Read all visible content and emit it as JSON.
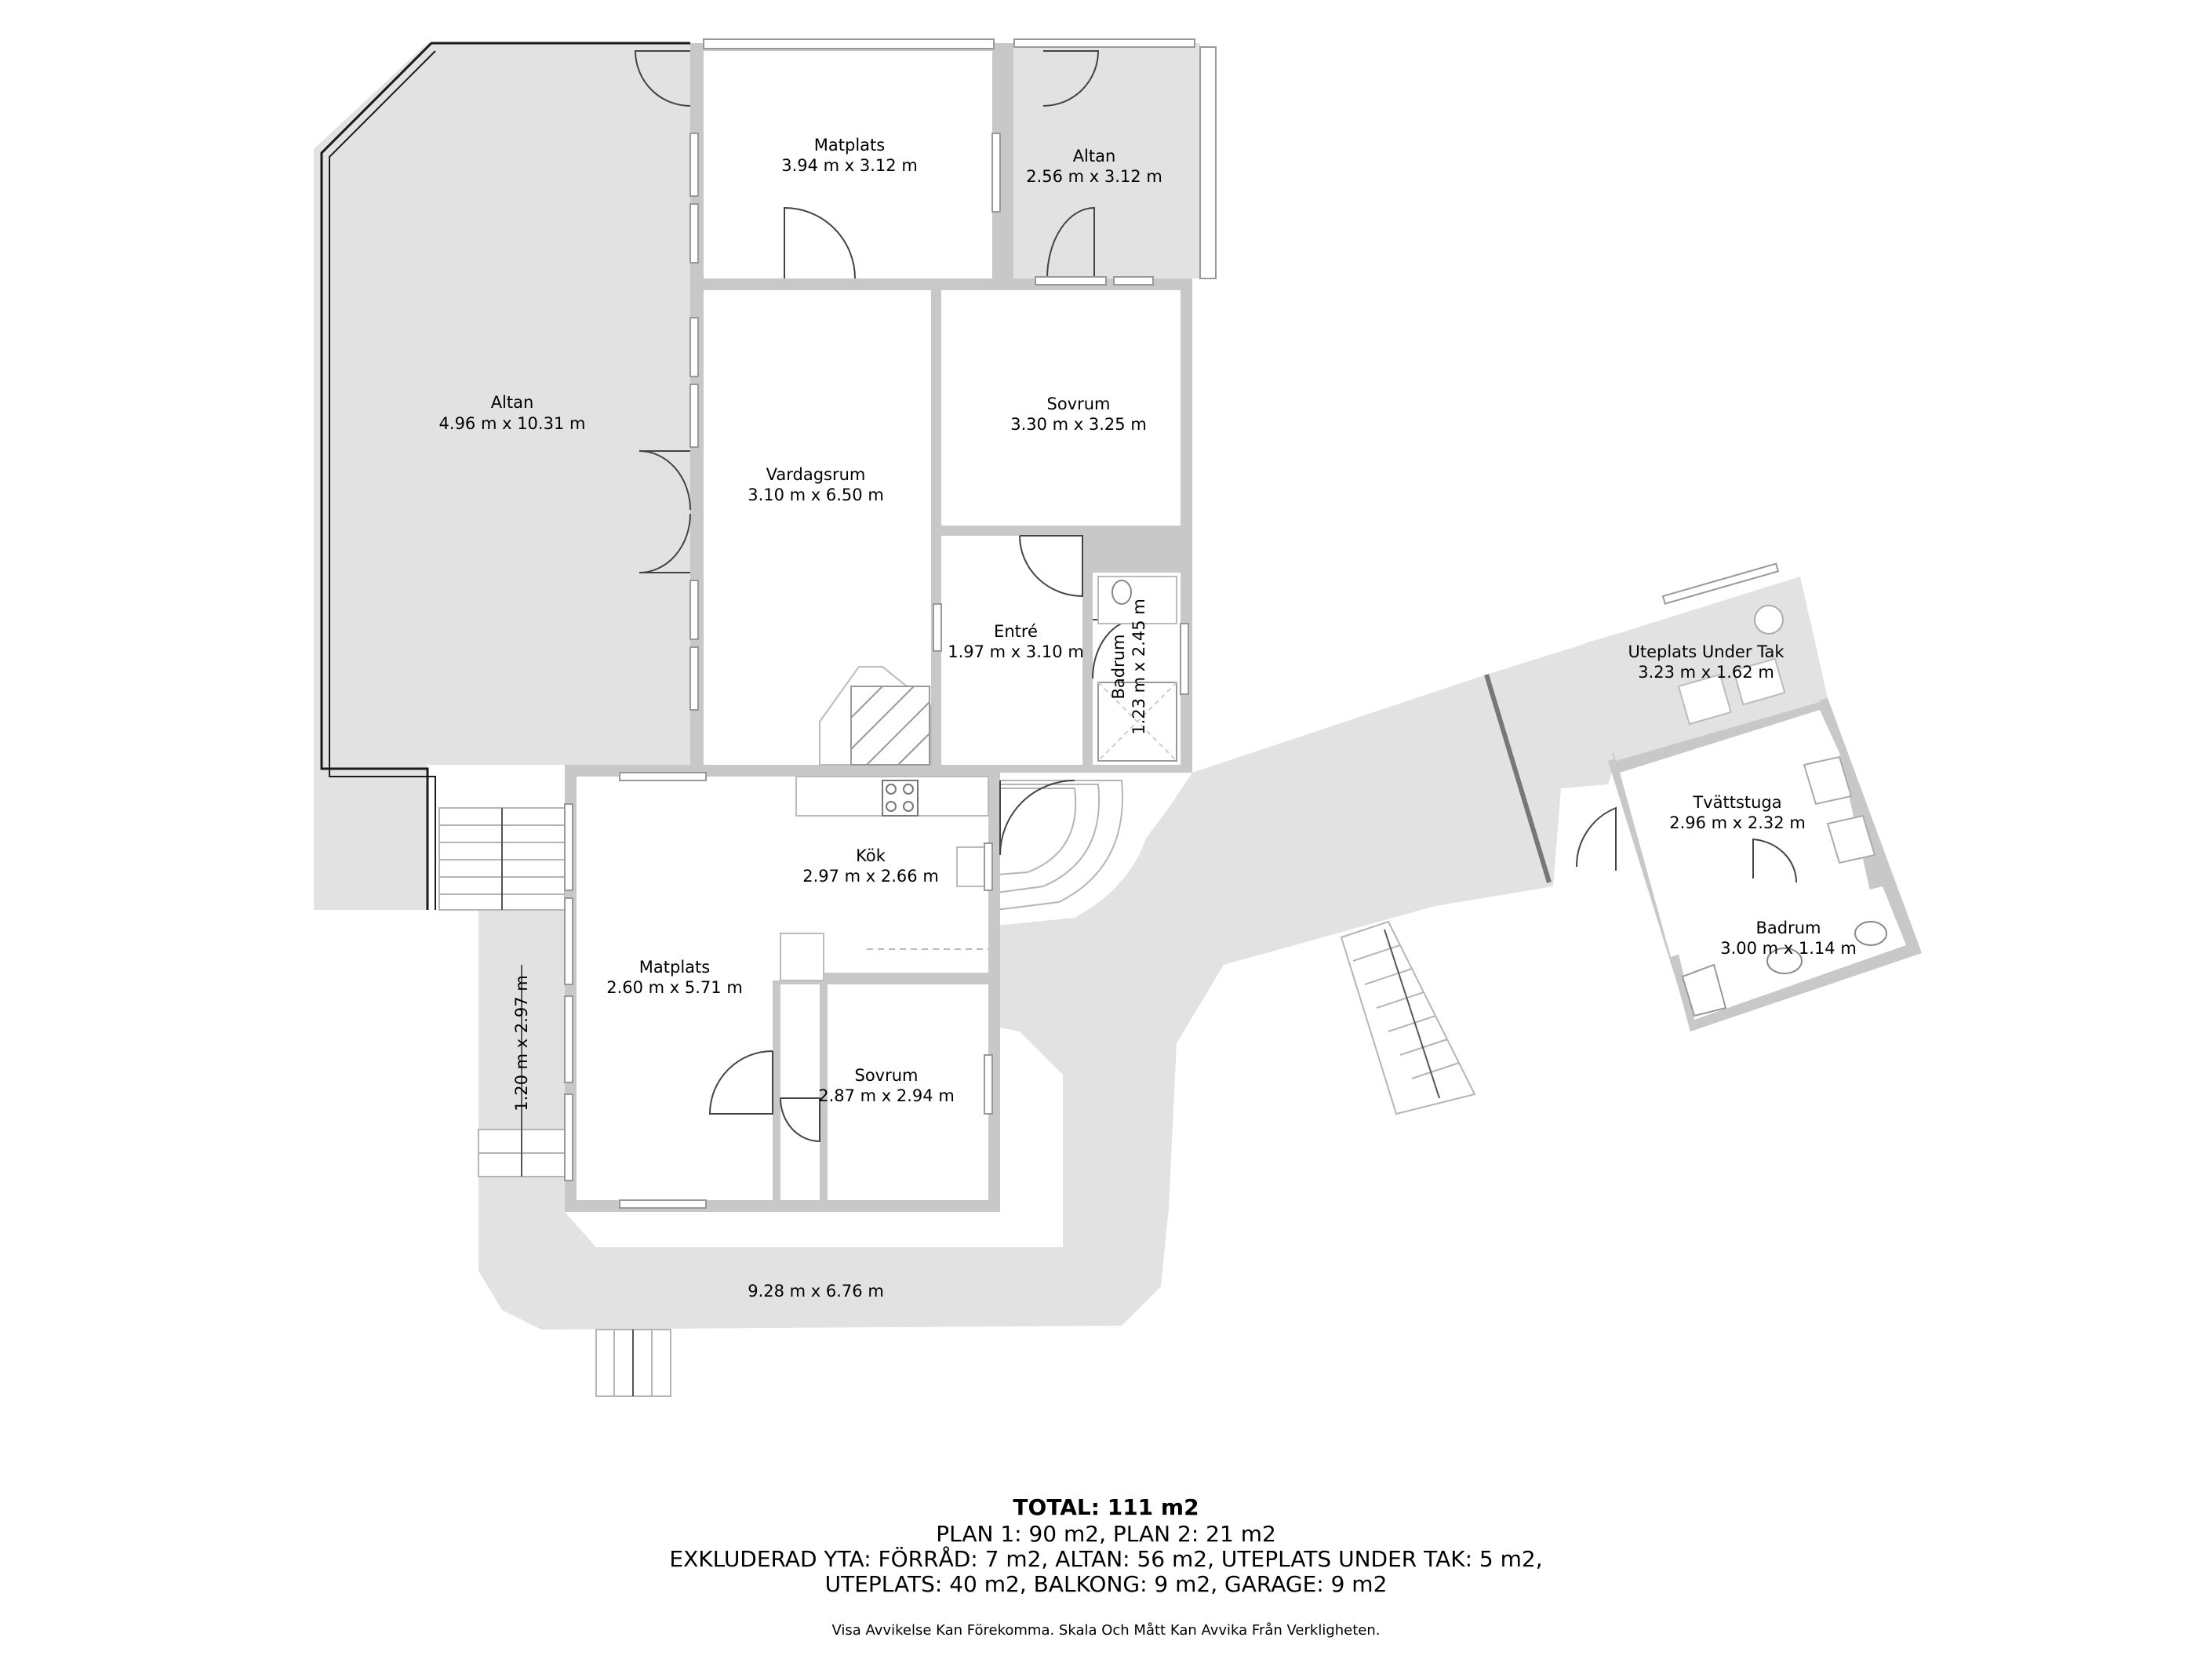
{
  "rooms": {
    "altan_left": {
      "name": "Altan",
      "size": "4.96 m x 10.31 m"
    },
    "matplats_top": {
      "name": "Matplats",
      "size": "3.94 m x 3.12 m"
    },
    "altan_top": {
      "name": "Altan",
      "size": "2.56 m x 3.12 m"
    },
    "vardagsrum": {
      "name": "Vardagsrum",
      "size": "3.10 m x 6.50 m"
    },
    "sovrum_top": {
      "name": "Sovrum",
      "size": "3.30 m x 3.25 m"
    },
    "entre": {
      "name": "Entré",
      "size": "1.97 m x 3.10 m"
    },
    "badrum_small": {
      "name": "Badrum",
      "size": "1.23 m x 2.45 m"
    },
    "uteplats": {
      "name": "Uteplats Under Tak",
      "size": "3.23 m x 1.62 m"
    },
    "tvattstuga": {
      "name": "Tvättstuga",
      "size": "2.96 m x 2.32 m"
    },
    "badrum_right": {
      "name": "Badrum",
      "size": "3.00 m x 1.14 m"
    },
    "kok": {
      "name": "Kök",
      "size": "2.97 m x 2.66 m"
    },
    "matplats_bottom": {
      "name": "Matplats",
      "size": "2.60 m x 5.71 m"
    },
    "sovrum_bottom": {
      "name": "Sovrum",
      "size": "2.87 m x 2.94 m"
    },
    "walkway": {
      "size": "1.20 m x 2.97 m"
    },
    "yard": {
      "size": "9.28 m x 6.76 m"
    }
  },
  "footer": {
    "total": "TOTAL: 111 m2",
    "line1": "PLAN 1: 90 m2, PLAN 2: 21 m2",
    "line2": "EXKLUDERAD YTA: FÖRRÅD: 7 m2, ALTAN: 56 m2, UTEPLATS UNDER TAK: 5 m2,",
    "line3": "UTEPLATS: 40 m2, BALKONG: 9 m2, GARAGE: 9 m2",
    "disclaimer": "Visa Avvikelse Kan Förekomma. Skala Och Mått Kan Avvika Från Verkligheten."
  },
  "colors": {
    "wall": "#c8c8c8",
    "outdoor": "#e2e2e2",
    "room": "#ffffff",
    "outline": "#1a1a1a"
  }
}
